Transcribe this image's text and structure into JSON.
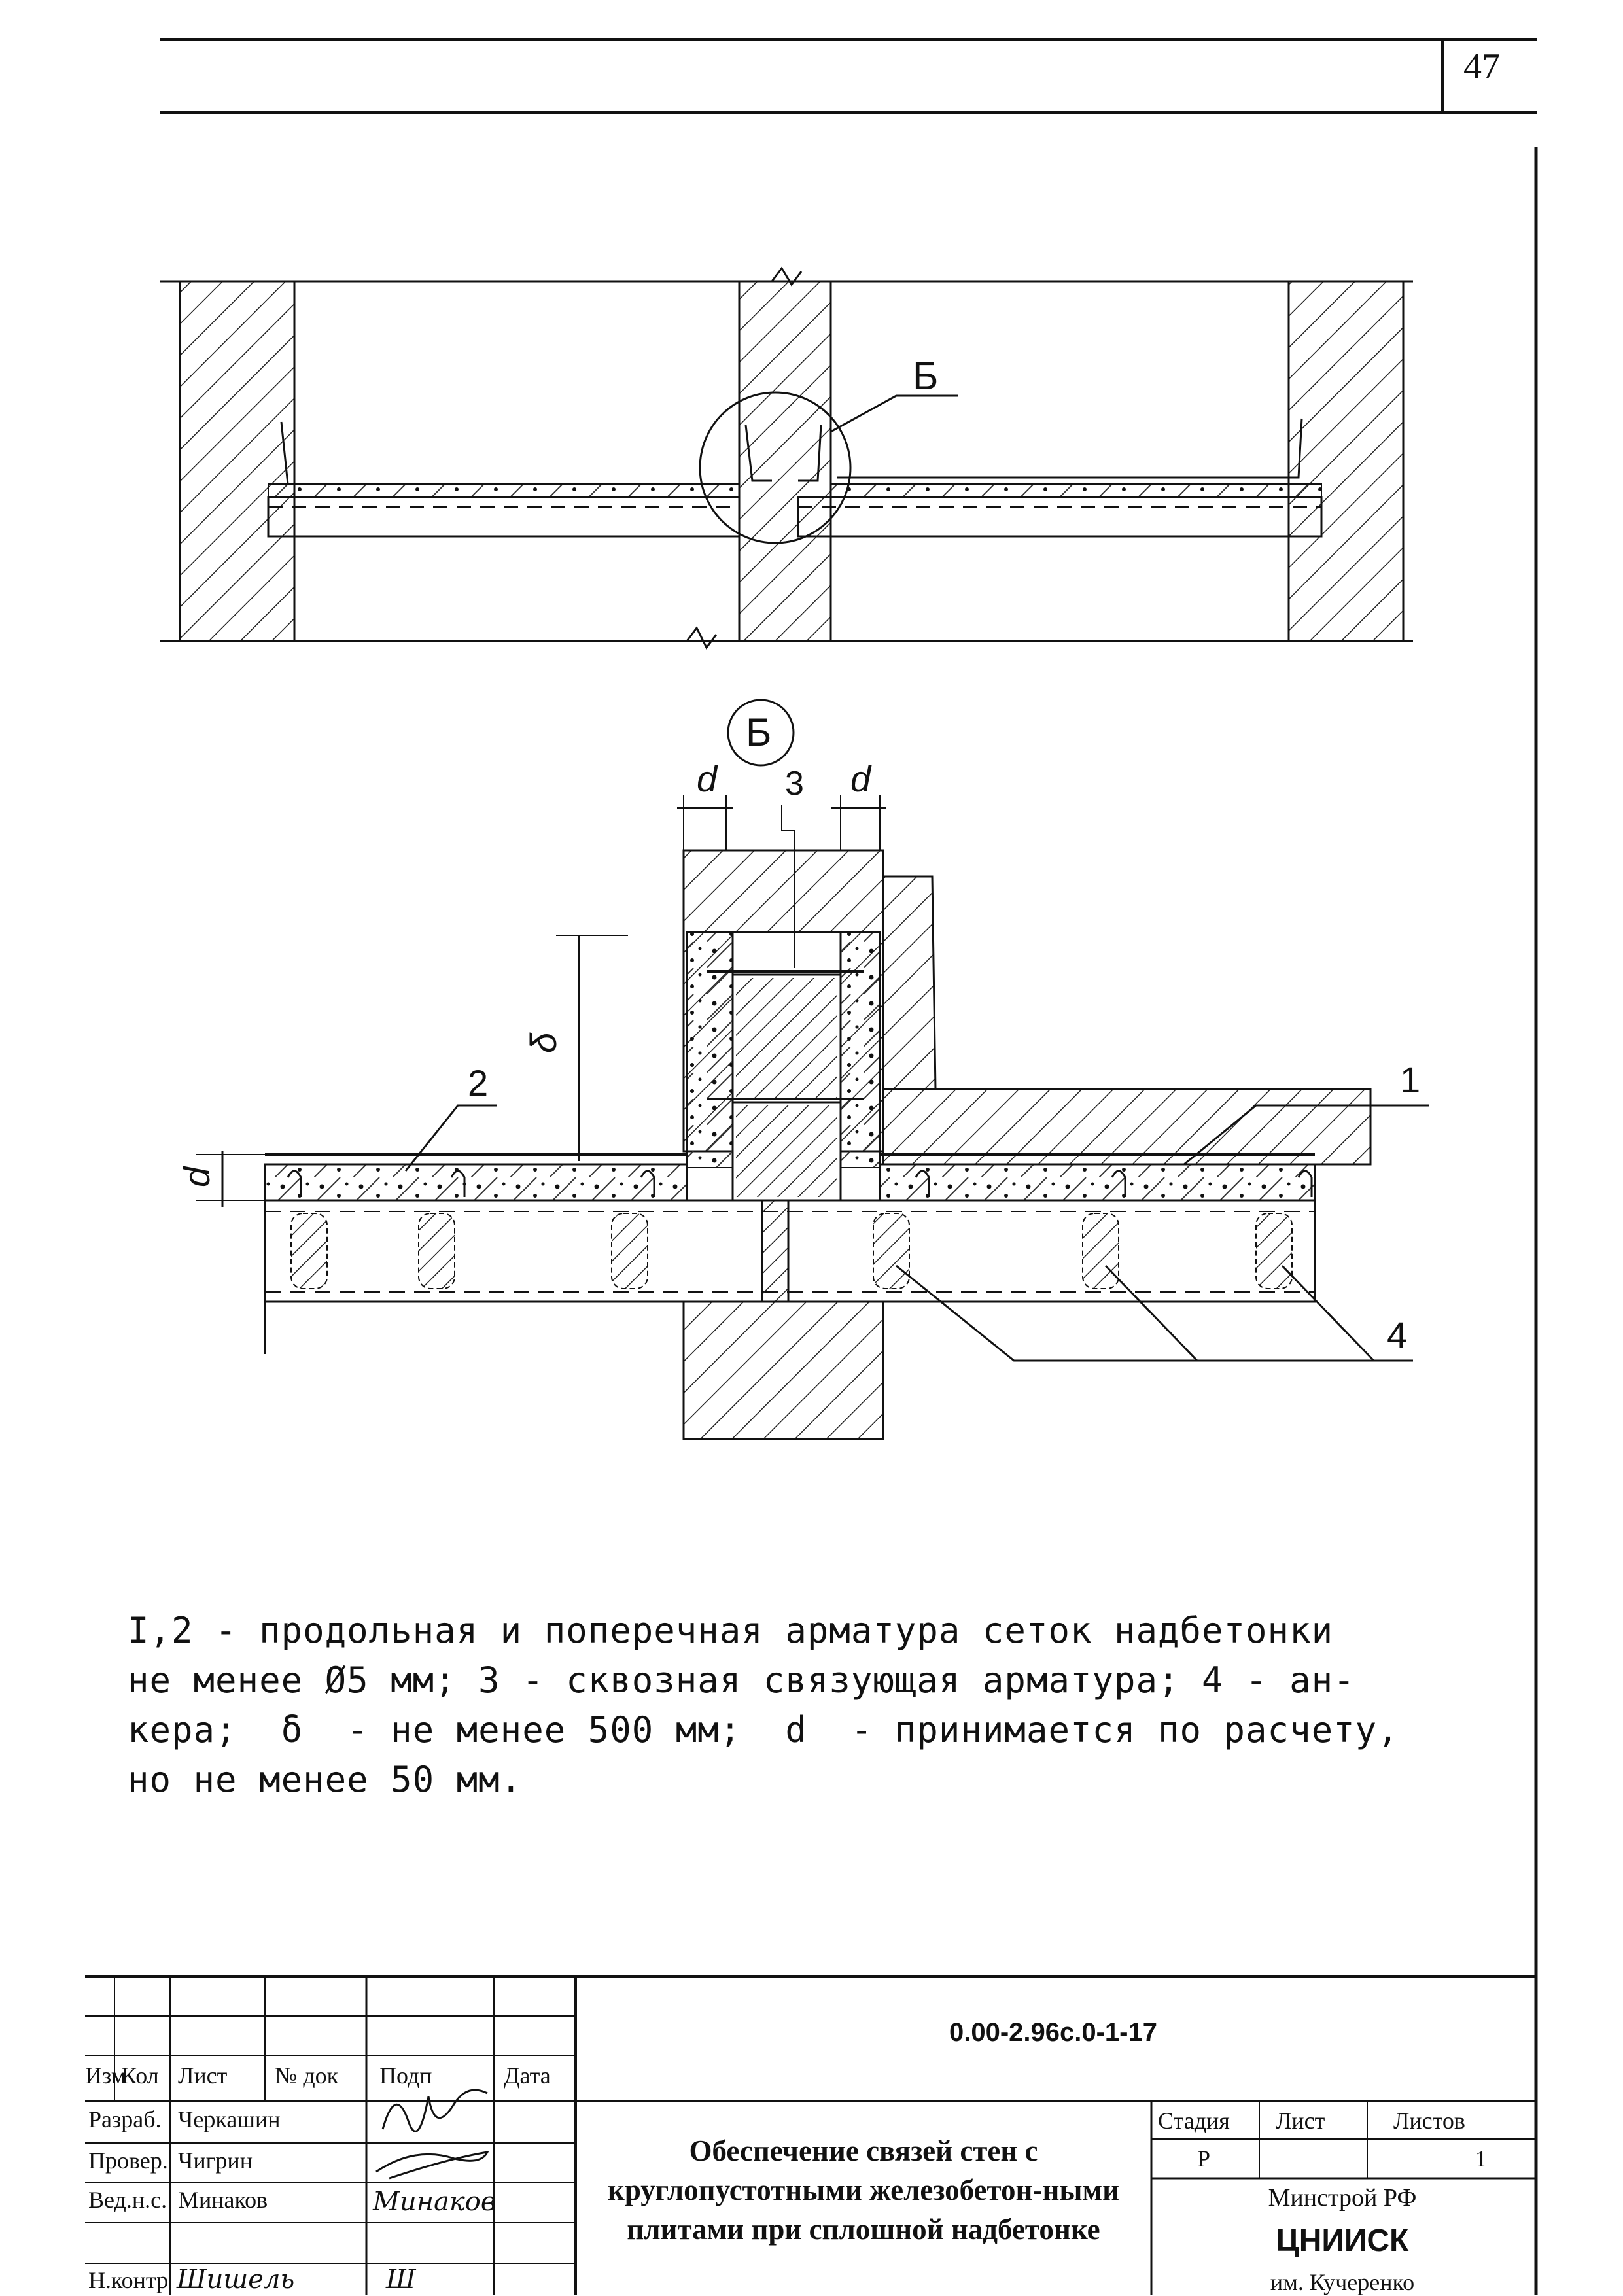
{
  "page": {
    "number": "47"
  },
  "drawing_labels": {
    "detail_callout": "Б",
    "detail_title": "Б",
    "dim_d": "d",
    "dim_delta": "δ",
    "label_1": "1",
    "label_2": "2",
    "label_3": "3",
    "label_4": "4"
  },
  "notes": {
    "text": "I,2 - продольная и поперечная арматура сеток надбетонки\nне менее Ø5 мм; 3 - сквозная связующая арматура; 4 - ан-\nкера;  δ  - не менее 500 мм;  d  - принимается по расчету,\nно не менее 50 мм."
  },
  "title_block": {
    "document_code": "0.00-2.96с.0-1-17",
    "header": {
      "izm": "Изм",
      "kol": "Кол",
      "list": "Лист",
      "doc_no": "№ док",
      "sign": "Подп",
      "date": "Дата"
    },
    "roles": [
      {
        "role": "Разраб.",
        "name": "Черкашин",
        "signature": ""
      },
      {
        "role": "Провер.",
        "name": "Чигрин",
        "signature": ""
      },
      {
        "role": "Вед.н.с.",
        "name": "Минаков",
        "signature": "Минаков"
      },
      {
        "role": "",
        "name": "",
        "signature": ""
      },
      {
        "role": "Н.контр",
        "name": "Шишель",
        "signature": "Ш"
      }
    ],
    "title": "Обеспечение связей стен с круглопустотными железобетон-ными плитами при сплошной надбетонке",
    "stage_header": "Стадия",
    "sheet_header": "Лист",
    "sheets_header": "Листов",
    "stage_value": "Р",
    "sheet_value": "",
    "sheets_value": "1",
    "ministry": "Минстрой РФ",
    "organization": "ЦНИИСК",
    "organization_sub": "им. Кучеренко"
  }
}
